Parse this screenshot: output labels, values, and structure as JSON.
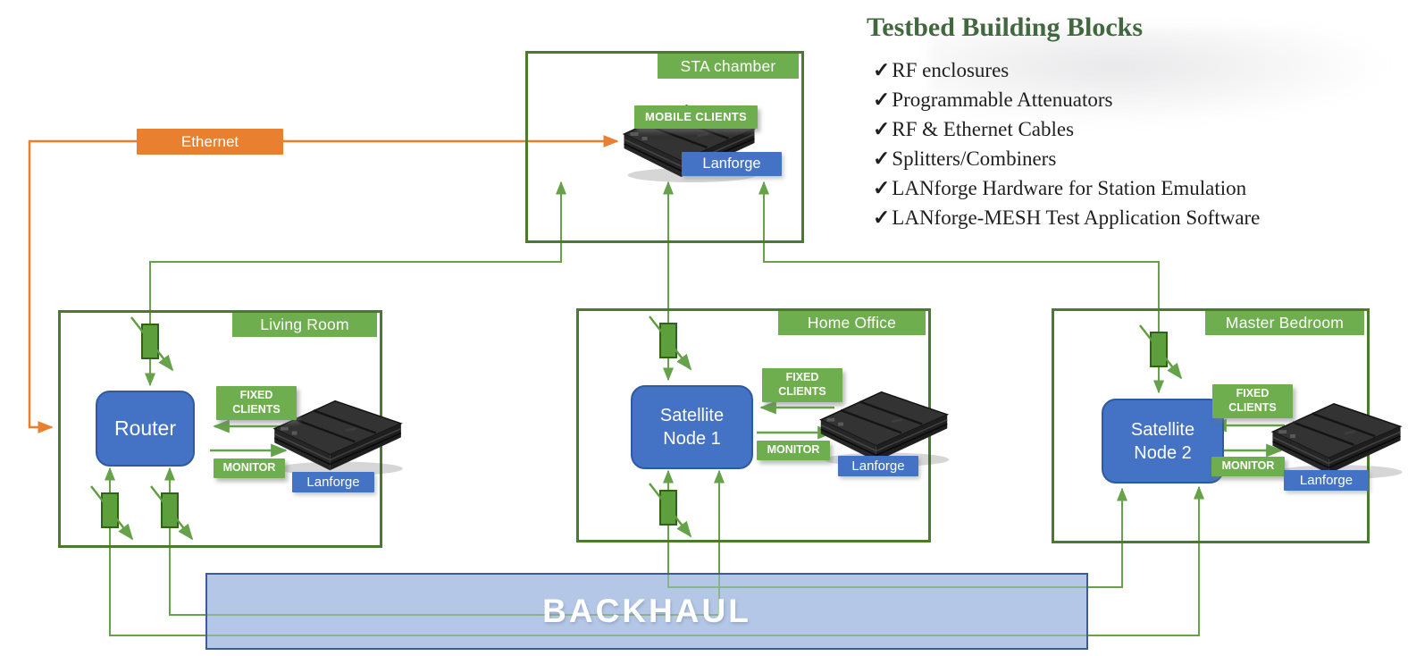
{
  "legend": {
    "title": "Testbed Building Blocks",
    "check": "✓",
    "items": [
      "RF enclosures",
      "Programmable Attenuators",
      "RF & Ethernet Cables",
      "Splitters/Combiners",
      "LANforge Hardware for Station Emulation",
      "LANforge-MESH Test Application Software"
    ]
  },
  "ethernet": {
    "label": "Ethernet"
  },
  "backhaul": {
    "label": "BACKHAUL"
  },
  "sta_chamber": {
    "label": "STA chamber",
    "clients_tag": "MOBILE CLIENTS",
    "device_brand": "Lanforge"
  },
  "rooms": [
    {
      "label": "Living Room",
      "node": "Router",
      "fixed_clients": "FIXED CLIENTS",
      "monitor": "MONITOR",
      "device_brand": "Lanforge"
    },
    {
      "label": "Home Office",
      "node": "Satellite Node 1",
      "fixed_clients": "FIXED CLIENTS",
      "monitor": "MONITOR",
      "device_brand": "Lanforge"
    },
    {
      "label": "Master Bedroom",
      "node": "Satellite Node 2",
      "fixed_clients": "FIXED CLIENTS",
      "monitor": "MONITOR",
      "device_brand": "Lanforge"
    }
  ],
  "colors": {
    "box_border_green": "#4c7a2c",
    "label_green": "#6fae4e",
    "line_green": "#66a24a",
    "attenuator_green": "#5d9e3d",
    "node_blue": "#4472c4",
    "orange": "#e8802f",
    "backhaul_fill": "#b5c7e6",
    "backhaul_border": "#3c5c96",
    "title_green": "#42683f"
  }
}
